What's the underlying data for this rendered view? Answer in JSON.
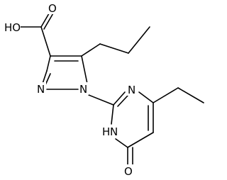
{
  "molecule": {
    "labels": {
      "hydroxyl": "HO",
      "carbonyl_oxygen": "O",
      "pyrazole_n1": "N",
      "pyrazole_n2": "N",
      "pyrimidine_n3": "N",
      "pyrimidine_nh": "H",
      "pyrimidine_nh_n": "N",
      "ketone_oxygen": "O"
    }
  }
}
